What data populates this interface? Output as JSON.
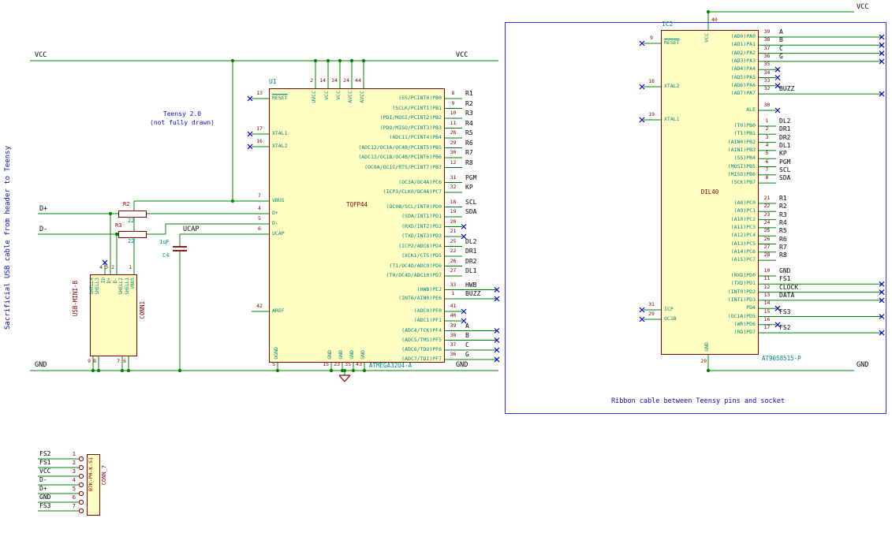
{
  "colors": {
    "wire": "#008400",
    "component": "#840000",
    "pin_name": "#008484",
    "pin_number": "#840000",
    "net_label": "#000000",
    "note": "#0A0AC4",
    "body_fill": "#FFFFC2",
    "nc": "#0000C2"
  },
  "notes": {
    "left_vertical": "Sacrificial USB cable from header to Teensy",
    "teensy_1": "Teensy 2.0",
    "teensy_2": "(not fully drawn)",
    "ribbon": "Ribbon cable between Teensy pins and socket"
  },
  "rails": {
    "vcc_left": "VCC",
    "vcc_right": "VCC",
    "gnd_left": "GND",
    "gnd_right": "GND"
  },
  "nets": {
    "d_plus": "D+",
    "d_minus": "D-",
    "ucap": "UCAP",
    "ic2_vcc": "VCC",
    "ic2_gnd": "GND"
  },
  "r2": {
    "ref": "R2",
    "value": "22"
  },
  "r3": {
    "ref": "R3",
    "value": "22"
  },
  "c4": {
    "ref": "C4",
    "value": "1uF"
  },
  "u1": {
    "ref": "U1",
    "footprint": "TQFP44",
    "value": "ATMEGA32U4-A",
    "left_pins": [
      {
        "num": "13",
        "name": "RESET",
        "overline": true,
        "nc": true
      },
      {
        "num": "17",
        "name": "XTAL1",
        "nc": true
      },
      {
        "num": "16",
        "name": "XTAL2",
        "nc": true
      },
      {
        "num": "7",
        "name": "VBUS"
      },
      {
        "num": "4",
        "name": "D+"
      },
      {
        "num": "5",
        "name": "D-"
      },
      {
        "num": "6",
        "name": "UCAP"
      },
      {
        "num": "42",
        "name": "AREF"
      }
    ],
    "top_pins": [
      {
        "num": "2",
        "name": "UVCC"
      },
      {
        "num": "14",
        "name": "VCC"
      },
      {
        "num": "34",
        "name": "VCC"
      },
      {
        "num": "24",
        "name": "AVCC"
      },
      {
        "num": "44",
        "name": "AVCC"
      }
    ],
    "bottom_pins": [
      {
        "num": "5",
        "name": "UGND"
      },
      {
        "num": "15",
        "name": "GND"
      },
      {
        "num": "23",
        "name": "GND"
      },
      {
        "num": "35",
        "name": "GND"
      },
      {
        "num": "43",
        "name": "GND"
      }
    ],
    "right_pins": [
      {
        "num": "8",
        "name": "(SS/PCINT0)PB0",
        "label": "R1"
      },
      {
        "num": "9",
        "name": "(SCLK/PCINT1)PB1",
        "label": "R2"
      },
      {
        "num": "10",
        "name": "(PDI/MOSI/PCINT2)PB2",
        "label": "R3"
      },
      {
        "num": "11",
        "name": "(PDO/MISO/PCINT3)PB3",
        "label": "R4"
      },
      {
        "num": "28",
        "name": "(ADC11/PCINT4)PB4",
        "label": "R5"
      },
      {
        "num": "29",
        "name": "(ADC12/OC1A/OC4B/PCINT5)PB5",
        "label": "R6"
      },
      {
        "num": "30",
        "name": "(ADC13/OC1B/OC4B/PCINT6)PB6",
        "label": "R7"
      },
      {
        "num": "12",
        "name": "(OC0A/OC1C/RTS/PCINT7)PB7",
        "label": "R8"
      },
      {
        "num": "31",
        "name": "(OC3A/OC4A)PC6",
        "label": "PGM"
      },
      {
        "num": "32",
        "name": "(ICP3/CLK0/OC4A)PC7",
        "label": "KP"
      },
      {
        "num": "18",
        "name": "(OC0B/SCL/INT0)PD0",
        "label": "SCL"
      },
      {
        "num": "19",
        "name": "(SDA/INT1)PD1",
        "label": "SDA"
      },
      {
        "num": "20",
        "name": "(RXD/INT2)PD2",
        "nc": true
      },
      {
        "num": "21",
        "name": "(TXD/INT3)PD3",
        "nc": true
      },
      {
        "num": "25",
        "name": "(ICP2/ADC8)PD4",
        "label": "DL2"
      },
      {
        "num": "22",
        "name": "(XCK1/CTS)PD5",
        "label": "DR1"
      },
      {
        "num": "26",
        "name": "(T1/OC4D/ADC9)PD6",
        "label": "DR2"
      },
      {
        "num": "27",
        "name": "(T0/OC4D/ADC10)PD7",
        "label": "DL1"
      },
      {
        "num": "33",
        "name": "(HWB)PE2",
        "label": "HWB",
        "ext": true
      },
      {
        "num": "1",
        "name": "(INT6/AIN0)PE6",
        "label": "BUZZ",
        "ext": true
      },
      {
        "num": "41",
        "name": "(ADC0)PF0",
        "nc": true
      },
      {
        "num": "40",
        "name": "(ADC1)PF1",
        "nc": true
      },
      {
        "num": "39",
        "name": "(ADC4/TCK)PF4",
        "label": "A",
        "ext": true
      },
      {
        "num": "38",
        "name": "(ADC5/TMS)PF5",
        "label": "B",
        "ext": true
      },
      {
        "num": "37",
        "name": "(ADC6/TDO)PF6",
        "label": "C",
        "ext": true
      },
      {
        "num": "36",
        "name": "(ADC7/TDI)PF7",
        "label": "G",
        "ext": true
      }
    ]
  },
  "ic2": {
    "ref": "IC2",
    "footprint": "DIL40",
    "value": "AT90S8515-P",
    "top_pin": {
      "num": "40",
      "name": "VCC"
    },
    "bottom_pin": {
      "num": "20",
      "name": "GND"
    },
    "left_pins": [
      {
        "num": "9",
        "name": "RESET",
        "overline": true,
        "nc": true
      },
      {
        "num": "18",
        "name": "XTAL2",
        "nc": true
      },
      {
        "num": "19",
        "name": "XTAL1",
        "nc": true
      },
      {
        "num": "31",
        "name": "ICP",
        "nc": true
      },
      {
        "num": "29",
        "name": "OC1B",
        "nc": true
      }
    ],
    "right_pins": [
      {
        "num": "39",
        "name": "(AD0)PA0",
        "label": "A",
        "ext": true
      },
      {
        "num": "38",
        "name": "(AD1)PA1",
        "label": "B",
        "ext": true
      },
      {
        "num": "37",
        "name": "(AD2)PA2",
        "label": "C",
        "ext": true
      },
      {
        "num": "36",
        "name": "(AD3)PA3",
        "label": "G",
        "ext": true
      },
      {
        "num": "35",
        "name": "(AD4)PA4",
        "nc": true
      },
      {
        "num": "34",
        "name": "(AD5)PA5",
        "nc": true
      },
      {
        "num": "33",
        "name": "(AD6)PA6",
        "nc": true
      },
      {
        "num": "32",
        "name": "(AD7)PA7",
        "label": "BUZZ",
        "ext": true
      },
      {
        "num": "30",
        "name": "ALE",
        "nc": true
      },
      {
        "num": "1",
        "name": "(T0)PB0",
        "label": "DL2"
      },
      {
        "num": "2",
        "name": "(T1)PB1",
        "label": "DR1"
      },
      {
        "num": "3",
        "name": "(AIN0)PB2",
        "label": "DR2"
      },
      {
        "num": "4",
        "name": "(AIN1)PB3",
        "label": "DL1"
      },
      {
        "num": "5",
        "name": "(SS)PB4",
        "label": "KP"
      },
      {
        "num": "6",
        "name": "(MOSI)PB5",
        "label": "PGM"
      },
      {
        "num": "7",
        "name": "(MISO)PB6",
        "label": "SCL"
      },
      {
        "num": "8",
        "name": "(SCK)PB7",
        "label": "SDA"
      },
      {
        "num": "21",
        "name": "(A8)PC0",
        "label": "R1"
      },
      {
        "num": "22",
        "name": "(A9)PC1",
        "label": "R2"
      },
      {
        "num": "23",
        "name": "(A10)PC2",
        "label": "R3"
      },
      {
        "num": "24",
        "name": "(A11)PC3",
        "label": "R4"
      },
      {
        "num": "25",
        "name": "(A12)PC4",
        "label": "R5"
      },
      {
        "num": "26",
        "name": "(A13)PC5",
        "label": "R6"
      },
      {
        "num": "27",
        "name": "(A14)PC6",
        "label": "R7"
      },
      {
        "num": "28",
        "name": "(A15)PC7",
        "label": "R8"
      },
      {
        "num": "10",
        "name": "(RXD)PD0",
        "label": "GND"
      },
      {
        "num": "11",
        "name": "(TXD)PD1",
        "label": "FS1",
        "ext": true
      },
      {
        "num": "12",
        "name": "(INT0)PD2",
        "label": "CLOCK",
        "ext": true
      },
      {
        "num": "13",
        "name": "(INT1)PD3",
        "label": "DATA",
        "ext": true
      },
      {
        "num": "14",
        "name": "PD4",
        "nc": true
      },
      {
        "num": "15",
        "name": "(OC1A)PD5",
        "label": "FS3",
        "ext": true
      },
      {
        "num": "16",
        "name": "(WR)PD6",
        "nc": true
      },
      {
        "num": "17",
        "name": "(RD)PD7",
        "label": "FS2",
        "ext": true
      }
    ]
  },
  "conn1": {
    "ref": "CONN1",
    "value": "USB-MINI-B",
    "pins": [
      {
        "num": "9",
        "name": "SHELL4",
        "dir": "down"
      },
      {
        "num": "8",
        "name": "SHELL3",
        "dir": "down"
      },
      {
        "num": "4",
        "name": "ID",
        "dir": "up",
        "nc": true
      },
      {
        "num": "3",
        "name": "D+",
        "dir": "up"
      },
      {
        "num": "2",
        "name": "D-",
        "dir": "up"
      },
      {
        "num": "7",
        "name": "SHELL2",
        "dir": "down"
      },
      {
        "num": "6",
        "name": "SHELL1",
        "dir": "down"
      },
      {
        "num": "1",
        "name": "VBUS",
        "dir": "up"
      }
    ]
  },
  "conn7": {
    "ref": "CONN_7",
    "value": "B7K-PH-K-S1",
    "pins": [
      {
        "num": "1",
        "label": "FS2"
      },
      {
        "num": "2",
        "label": "FS1"
      },
      {
        "num": "3",
        "label": "VCC"
      },
      {
        "num": "4",
        "label": "D-"
      },
      {
        "num": "5",
        "label": "D+"
      },
      {
        "num": "6",
        "label": "GND"
      },
      {
        "num": "7",
        "label": "FS3"
      }
    ]
  }
}
